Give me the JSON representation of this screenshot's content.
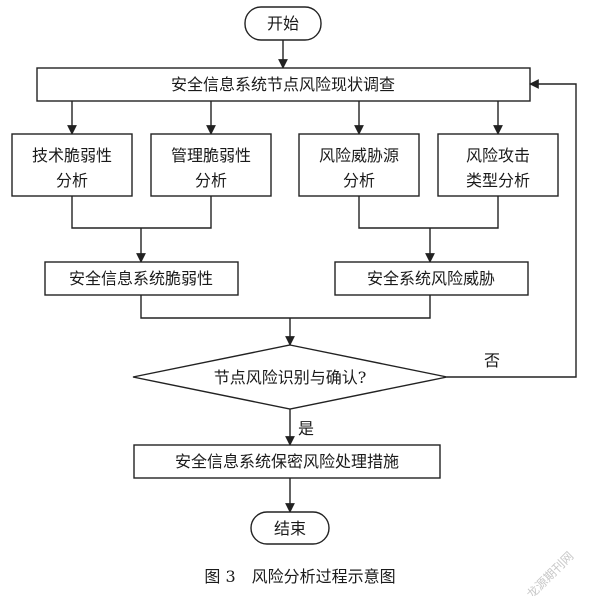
{
  "nodes": {
    "start": "开始",
    "survey": "安全信息系统节点风险现状调查",
    "tech_vuln": [
      "技术脆弱性",
      "分析"
    ],
    "mgmt_vuln": [
      "管理脆弱性",
      "分析"
    ],
    "threat_source": [
      "风险威胁源",
      "分析"
    ],
    "attack_type": [
      "风险攻击",
      "类型分析"
    ],
    "system_vuln": "安全信息系统脆弱性",
    "system_threat": "安全系统风险威胁",
    "decision": "节点风险识别与确认?",
    "measures": "安全信息系统保密风险处理措施",
    "end": "结束"
  },
  "edges": {
    "yes": "是",
    "no": "否"
  },
  "caption": "图 3　风险分析过程示意图",
  "watermark": "龙源期刊网"
}
